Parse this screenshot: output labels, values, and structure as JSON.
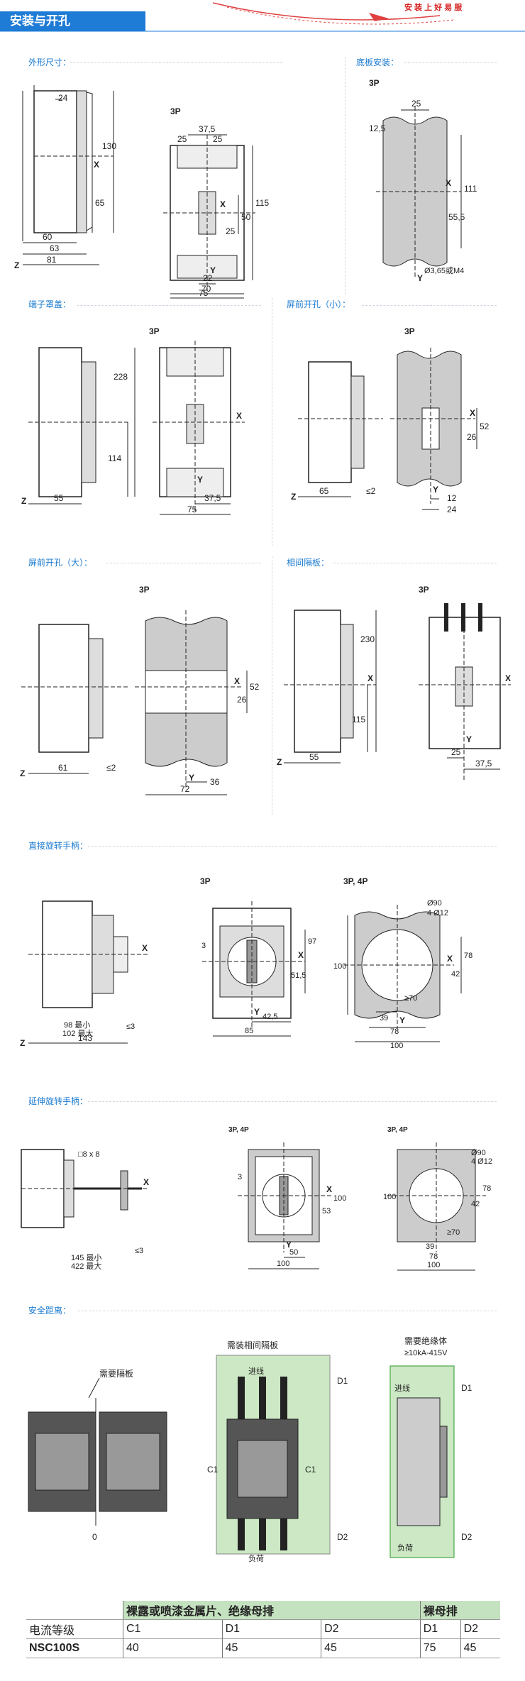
{
  "header": {
    "title": "安装与开孔",
    "brand": "安 装 上 好 易 服"
  },
  "sections": {
    "dims": "外形尺寸：",
    "base": "底板安装：",
    "terminal": "端子罩盖：",
    "panel_small": "屏前开孔（小）：",
    "panel_large": "屏前开孔（大）：",
    "phase_barrier": "相间隔板：",
    "direct_handle": "直接旋转手柄：",
    "ext_handle": "延伸旋转手柄：",
    "safety": "安全距离："
  },
  "labels": {
    "p3": "3P",
    "p34": "3P, 4P",
    "p34b": "3P, 4P",
    "p34c": "3P, 4P",
    "x": "X",
    "y": "Y",
    "z": "Z"
  },
  "d1": {
    "a": "24",
    "b": "130",
    "c": "65",
    "d": "60",
    "e": "63",
    "f": "81"
  },
  "d2": {
    "a": "37,5",
    "b": "25",
    "c": "25",
    "d": "115",
    "e": "50",
    "f": "25",
    "g": "22",
    "h": "70",
    "i": "75"
  },
  "d3": {
    "a": "25",
    "b": "12,5",
    "c": "111",
    "d": "55,5",
    "e": "Ø3,65或M4"
  },
  "d4": {
    "a": "228",
    "b": "114",
    "c": "55",
    "d": "37,5",
    "e": "75"
  },
  "d5": {
    "a": "52",
    "b": "26",
    "c": "65",
    "d": "≤2",
    "e": "12",
    "f": "24"
  },
  "d6": {
    "a": "52",
    "b": "26",
    "c": "61",
    "d": "≤2",
    "e": "36",
    "f": "72"
  },
  "d7": {
    "a": "230",
    "b": "115",
    "c": "55",
    "d": "25",
    "e": "37,5"
  },
  "d8": {
    "a": "98 最小",
    "b": "102 最大",
    "c": "≤3",
    "d": "143",
    "e": "3",
    "f": "97",
    "g": "51,5",
    "h": "42,5",
    "i": "85",
    "j": "Ø90",
    "k": "4 Ø12",
    "l": "100",
    "m": "78",
    "n": "42",
    "o": "≥70",
    "p": "39",
    "q": "78",
    "r": "100"
  },
  "d9": {
    "a": "□8 x 8",
    "b": "145 最小",
    "c": "422 最大",
    "d": "≤3",
    "e": "3",
    "f": "53",
    "g": "100",
    "h": "50",
    "i": "100",
    "j": "Ø90",
    "k": "4 Ø12",
    "l": "100",
    "m": "78",
    "n": "42",
    "o": "≥70",
    "p": "39",
    "q": "78",
    "r": "100"
  },
  "safety": {
    "barrier_needed": "需要隔板",
    "phase_barrier_needed": "需装相间隔板",
    "insulator_needed": "需要绝缘体",
    "insulator_spec": "≥10kA-415V",
    "in_line": "进线",
    "load": "负荷",
    "d1": "D1",
    "d2": "D2",
    "c1": "C1",
    "zero": "0"
  },
  "table": {
    "group1": "裸露或喷漆金属片、绝缘母排",
    "group2": "裸母排",
    "rowlabel": "电流等级",
    "cols": [
      "C1",
      "D1",
      "D2",
      "D1",
      "D2"
    ],
    "model": "NSC100S",
    "values": [
      "40",
      "45",
      "45",
      "75",
      "45"
    ]
  }
}
